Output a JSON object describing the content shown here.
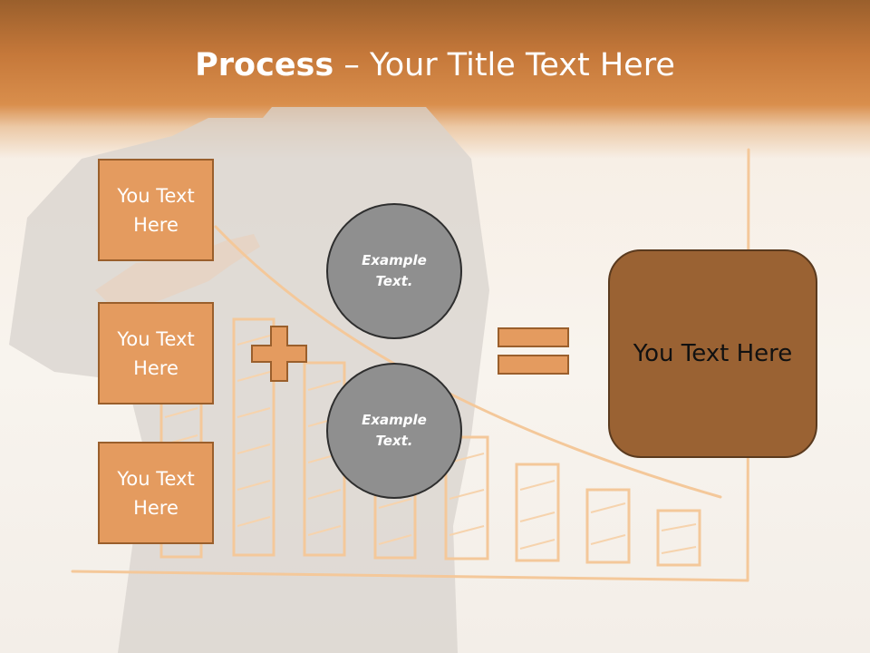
{
  "title": {
    "bold": "Process",
    "rest": " – Your Title Text Here"
  },
  "left_boxes": [
    "You Text Here",
    "You Text Here",
    "You Text Here"
  ],
  "circles": [
    "Example Text.",
    "Example Text."
  ],
  "result": "You Text Here",
  "colors": {
    "header": "#c5783a",
    "box_fill": "#e49b5f",
    "box_border": "#9a5f2c",
    "circle_fill": "#8f8f8f",
    "result_fill": "#9a6233"
  },
  "icons": {
    "plus": "plus-icon",
    "equals": "equals-icon"
  }
}
